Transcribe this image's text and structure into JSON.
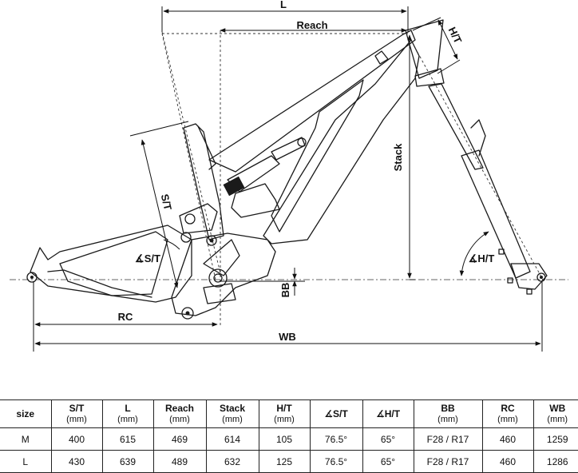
{
  "diagram": {
    "labels": {
      "L": "L",
      "reach": "Reach",
      "ht": "H/T",
      "stack": "Stack",
      "st": "S/T",
      "st_angle": "∡S/T",
      "ht_angle": "∡H/T",
      "bb": "BB",
      "rc": "RC",
      "wb": "WB"
    }
  },
  "table": {
    "headers": [
      {
        "label": "size",
        "unit": ""
      },
      {
        "label": "S/T",
        "unit": "(mm)"
      },
      {
        "label": "L",
        "unit": "(mm)"
      },
      {
        "label": "Reach",
        "unit": "(mm)"
      },
      {
        "label": "Stack",
        "unit": "(mm)"
      },
      {
        "label": "H/T",
        "unit": "(mm)"
      },
      {
        "label": "∡S/T",
        "unit": ""
      },
      {
        "label": "∡H/T",
        "unit": ""
      },
      {
        "label": "BB",
        "unit": "(mm)"
      },
      {
        "label": "RC",
        "unit": "(mm)"
      },
      {
        "label": "WB",
        "unit": "(mm)"
      }
    ],
    "rows": [
      [
        "M",
        "400",
        "615",
        "469",
        "614",
        "105",
        "76.5°",
        "65°",
        "F28 / R17",
        "460",
        "1259"
      ],
      [
        "L",
        "430",
        "639",
        "489",
        "632",
        "125",
        "76.5°",
        "65°",
        "F28 / R17",
        "460",
        "1286"
      ]
    ]
  }
}
